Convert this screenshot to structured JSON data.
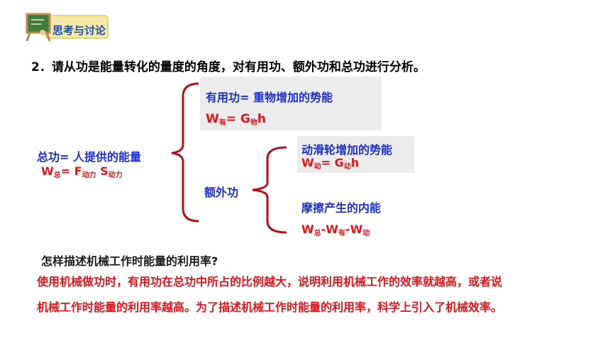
{
  "badge": {
    "label": "思考与讨论",
    "icon": "blackboard-icon"
  },
  "question": "2．请从功是能量转化的量度的角度，对有用功、额外功和总功进行分析。",
  "total_work": {
    "label": "总功= 人提供的能量",
    "formula_main": "W",
    "formula_sub1": "总",
    "formula_eq": "= F",
    "formula_sub2": "动力",
    "formula_s": " S",
    "formula_sub3": "动力"
  },
  "useful_work": {
    "label": "有用功= 重物增加的势能",
    "formula_w": "W",
    "formula_sub1": "有",
    "formula_eq": "= G",
    "formula_sub2": "物",
    "formula_h": "h"
  },
  "extra_work": {
    "label": "额外功",
    "item1_label": "动滑轮增加的势能",
    "item1_w": "W",
    "item1_sub1": "动",
    "item1_eq": "= G",
    "item1_sub2": "动",
    "item1_h": "h",
    "item2_label": "摩擦产生的内能",
    "item2_w1": "W",
    "item2_sub1": "总",
    "item2_w2": "-W",
    "item2_sub2": "有",
    "item2_w3": "-W",
    "item2_sub3": "动"
  },
  "how_question": "怎样描述机械工作时能量的利用率?",
  "answer_line1": "使用机械做功时，有用功在总功中所占的比例越大，说明利用机械工作的效率就越高，或者说",
  "answer_line2": "机械工作时能量的利用率越高。为了描述机械工作时能量的利用率，科学上引入了机械效率。",
  "colors": {
    "blue": "#1c2fd6",
    "red": "#e3151a",
    "bracket": "#b3121a"
  }
}
